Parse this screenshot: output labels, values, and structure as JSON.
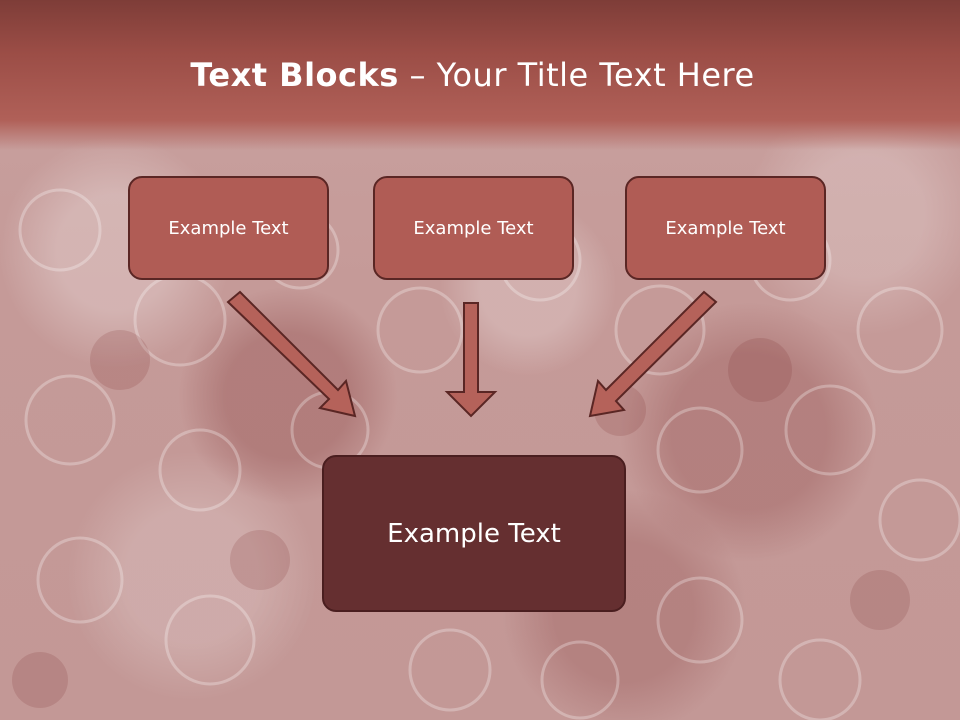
{
  "slide": {
    "title_bold": "Text Blocks",
    "title_rest": " – Your Title Text Here",
    "boxes": {
      "left": "Example Text",
      "middle": "Example Text",
      "right": "Example Text",
      "bottom": "Example Text"
    }
  },
  "colors": {
    "header": "#9b4d46",
    "box_fill": "#b05c55",
    "box_dark": "#652f30",
    "arrow_fill": "#b5625a",
    "outline": "#5a2624"
  }
}
